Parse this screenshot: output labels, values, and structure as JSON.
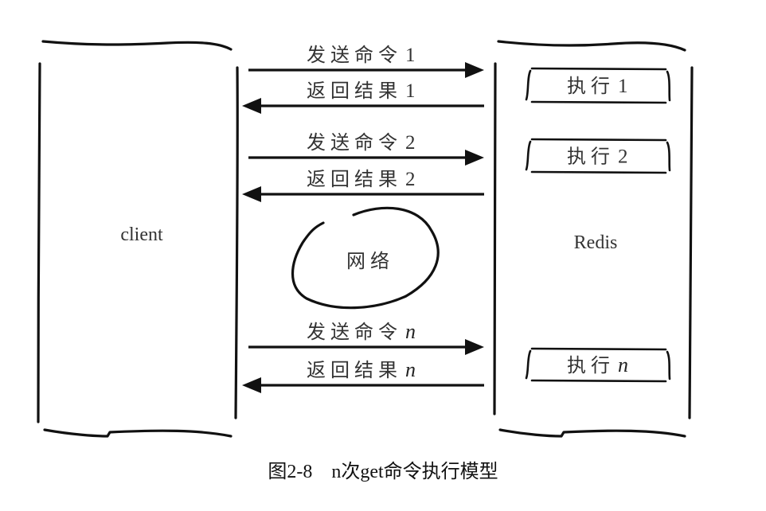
{
  "diagram": {
    "left_box": {
      "label": "client"
    },
    "right_box": {
      "label": "Redis"
    },
    "network": {
      "label": "网络"
    },
    "messages": [
      {
        "direction": "to-server",
        "text": "发送命令",
        "index": "1",
        "index_italic": false
      },
      {
        "direction": "to-client",
        "text": "返回结果",
        "index": "1",
        "index_italic": false
      },
      {
        "direction": "to-server",
        "text": "发送命令",
        "index": "2",
        "index_italic": false
      },
      {
        "direction": "to-client",
        "text": "返回结果",
        "index": "2",
        "index_italic": false
      },
      {
        "direction": "to-server",
        "text": "发送命令",
        "index": "n",
        "index_italic": true
      },
      {
        "direction": "to-client",
        "text": "返回结果",
        "index": "n",
        "index_italic": true
      }
    ],
    "executions": [
      {
        "text": "执行",
        "index": "1",
        "index_italic": false
      },
      {
        "text": "执行",
        "index": "2",
        "index_italic": false
      },
      {
        "text": "执行",
        "index": "n",
        "index_italic": true
      }
    ]
  },
  "caption": {
    "figure_number": "图2-8",
    "title": "n次get命令执行模型"
  }
}
